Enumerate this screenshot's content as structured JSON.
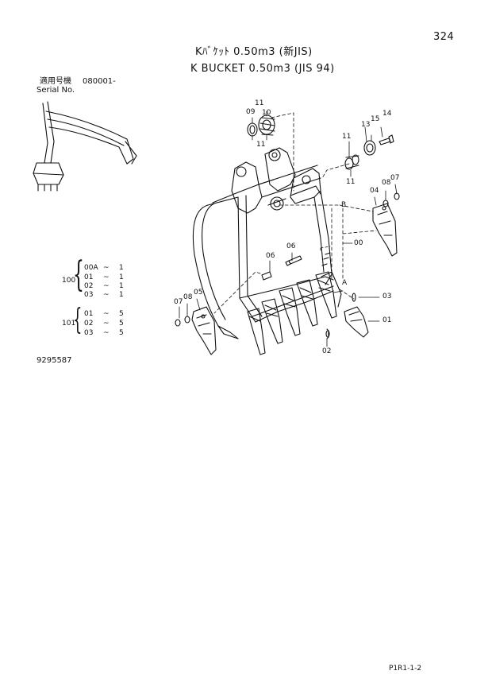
{
  "page_number": "324",
  "title_jp": "Kﾊﾞｹｯﾄ 0.50m3 (新JIS)",
  "title_en": "K BUCKET 0.50m3 (JIS 94)",
  "serial_label_jp": "適用号機",
  "serial_value": "080001-",
  "serial_label_en": "Serial No.",
  "figure_no": "9295587",
  "footer_code": "P1R1-1-2",
  "assemblies": [
    {
      "id": "100",
      "rows": [
        {
          "part": "00A",
          "tilde": "~",
          "qty": "1"
        },
        {
          "part": "01",
          "tilde": "~",
          "qty": "1"
        },
        {
          "part": "02",
          "tilde": "~",
          "qty": "1"
        },
        {
          "part": "03",
          "tilde": "~",
          "qty": "1"
        }
      ]
    },
    {
      "id": "101",
      "rows": [
        {
          "part": "01",
          "tilde": "~",
          "qty": "5"
        },
        {
          "part": "02",
          "tilde": "~",
          "qty": "5"
        },
        {
          "part": "03",
          "tilde": "~",
          "qty": "5"
        }
      ]
    }
  ],
  "callouts": {
    "c09": "09",
    "c11a": "11",
    "c10": "10",
    "c11b": "11",
    "c14": "14",
    "c15": "15",
    "c13": "13",
    "c11c": "11",
    "c11d": "11",
    "c04": "04",
    "c08a": "08",
    "c07a": "07",
    "cB": "B",
    "c00": "00",
    "c06a": "06",
    "c06b": "06",
    "cA": "A",
    "c03": "03",
    "c01": "01",
    "c02": "02",
    "c07b": "07",
    "c08b": "08",
    "c05": "05"
  }
}
